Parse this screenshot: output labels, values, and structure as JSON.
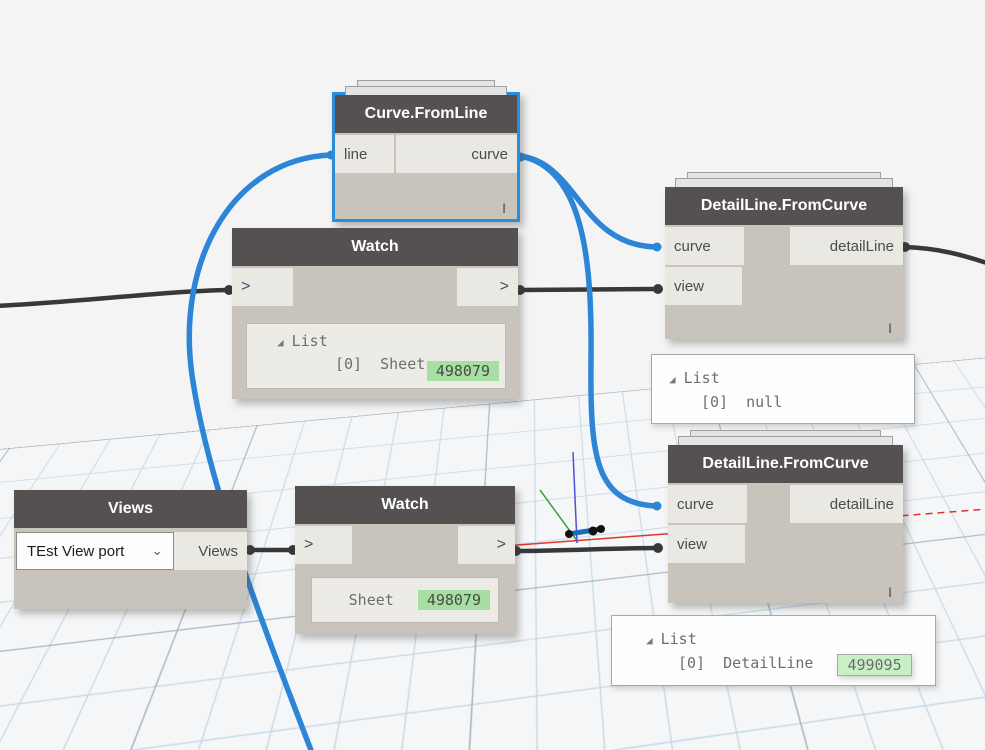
{
  "canvas": {
    "app": "dynamo-node-graph"
  },
  "colors": {
    "accent_blue_selected": "#2b8dd9",
    "wire_blue": "#2c85d6",
    "wire_black": "#383838",
    "node_header": "#545150",
    "node_body": "#c8c4bb",
    "port_chip": "#eae8e2",
    "badge_green_watch": "#a6dfa1",
    "badge_green_bubble": "#c9efc5",
    "axis_red": "#e2342b",
    "axis_green": "#3b9e3f",
    "axis_blue": "#5050d8",
    "geometry_blue": "#1a6cc0"
  },
  "icons": {
    "expander": "◢",
    "dropdown_chevron": "⌄"
  },
  "nodes": {
    "curve_from_line": {
      "title": "Curve.FromLine",
      "in1": "line",
      "out1": "curve",
      "lacing": "I"
    },
    "watch_top": {
      "title": "Watch",
      "in1": ">",
      "out1": ">",
      "expander_label": "List",
      "row_index": "[0]",
      "row_label": "Sheet",
      "badge": "498079"
    },
    "detail_line_top": {
      "title": "DetailLine.FromCurve",
      "in1": "curve",
      "in2": "view",
      "out1": "detailLine",
      "lacing": "I"
    },
    "detail_line_bottom": {
      "title": "DetailLine.FromCurve",
      "in1": "curve",
      "in2": "view",
      "out1": "detailLine",
      "lacing": "I"
    },
    "views": {
      "title": "Views",
      "dropdown_value": "TEst View port",
      "out1": "Views"
    },
    "watch_bottom": {
      "title": "Watch",
      "in1": ">",
      "out1": ">",
      "row_label": "Sheet",
      "badge": "498079"
    }
  },
  "bubbles": {
    "null_list": {
      "expander_label": "List",
      "row_index": "[0]",
      "row_value": "null"
    },
    "detailline_list": {
      "expander_label": "List",
      "row_index": "[0]",
      "row_value": "DetailLine",
      "badge": "499095"
    }
  }
}
